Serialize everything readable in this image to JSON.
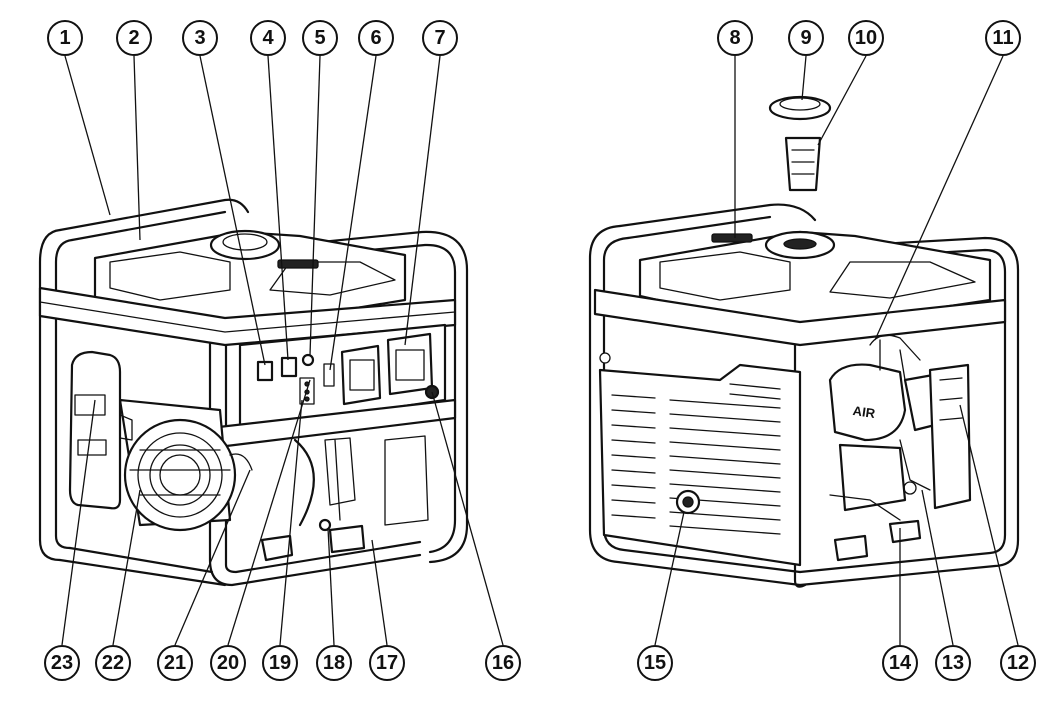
{
  "callouts": {
    "c1": "1",
    "c2": "2",
    "c3": "3",
    "c4": "4",
    "c5": "5",
    "c6": "6",
    "c7": "7",
    "c8": "8",
    "c9": "9",
    "c10": "10",
    "c11": "11",
    "c12": "12",
    "c13": "13",
    "c14": "14",
    "c15": "15",
    "c16": "16",
    "c17": "17",
    "c18": "18",
    "c19": "19",
    "c20": "20",
    "c21": "21",
    "c22": "22",
    "c23": "23"
  },
  "right_view": {
    "air_filter_label": "AIR"
  }
}
